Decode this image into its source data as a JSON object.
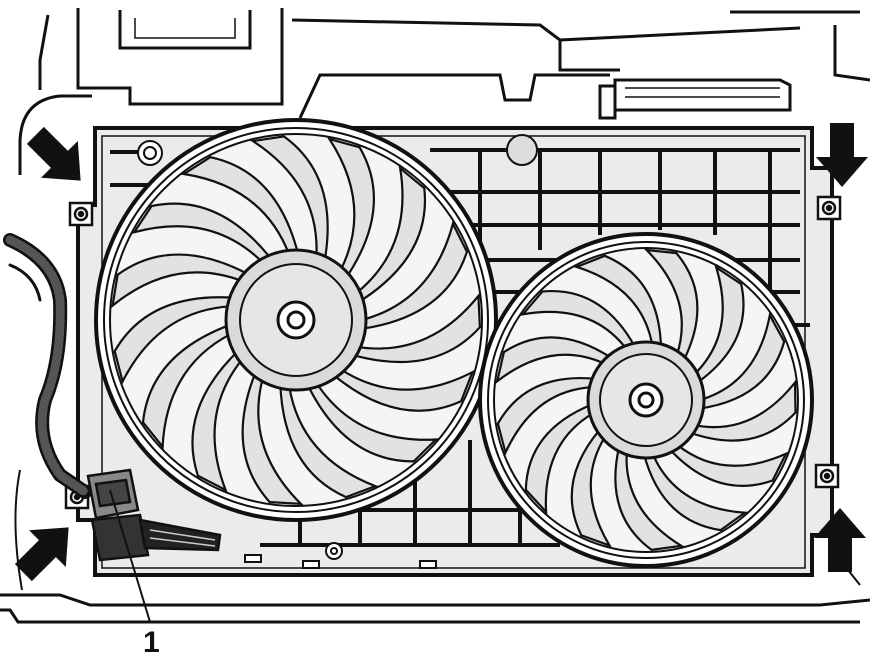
{
  "diagram": {
    "callout_label": "1",
    "colors": {
      "line": "#111111",
      "panel_fill": "#ebebeb",
      "blade_fill": "#e2e2e2",
      "hub_fill": "#dadada",
      "arrow_fill": "#111111",
      "background": "#ffffff"
    },
    "parts": {
      "large_fan": {
        "blade_count": 15
      },
      "small_fan": {
        "blade_count": 13
      },
      "mounting_arrows": 4,
      "mounting_bolts": 4
    }
  }
}
